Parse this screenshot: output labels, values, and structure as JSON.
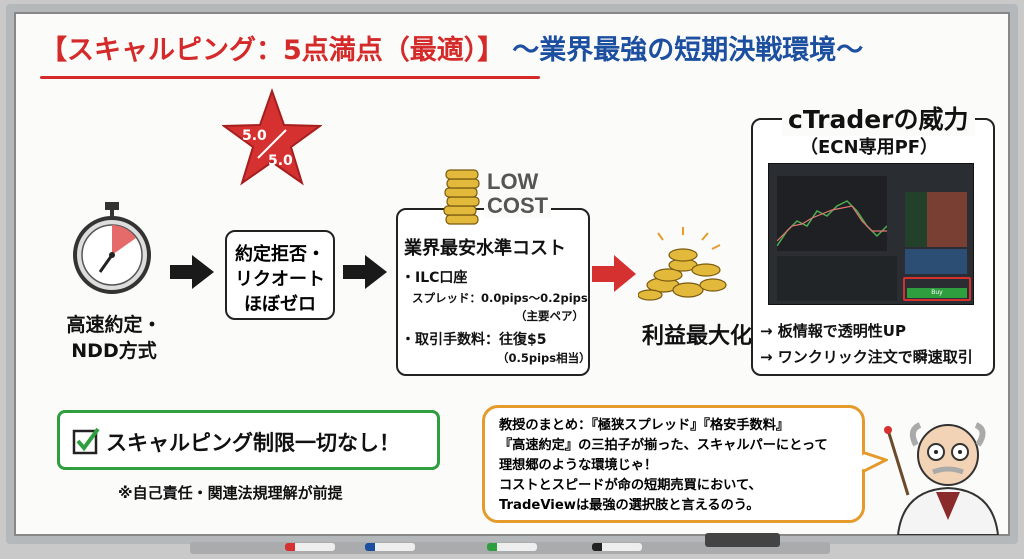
{
  "title": {
    "main": "【スキャルピング：5点満点（最適）】",
    "sub": "〜業界最強の短期決戦環境〜"
  },
  "rating": {
    "score": "5.0",
    "max": "5.0"
  },
  "step1": {
    "label_line1": "高速約定・",
    "label_line2": "NDD方式"
  },
  "step2": {
    "line1": "約定拒否・",
    "line2": "リクオート",
    "line3": "ほぼゼロ"
  },
  "cost": {
    "badge_line1": "LOW",
    "badge_line2": "COST",
    "heading": "業界最安水準コスト",
    "item1": "・ILC口座",
    "item1_detail": "スプレッド：0.0pips〜0.2pips",
    "item1_note": "（主要ペア）",
    "item2": "・取引手数料：往復$5",
    "item2_note": "（0.5pips相当）"
  },
  "profit": {
    "label": "利益最大化！"
  },
  "ctrader": {
    "title": "cTraderの威力",
    "subtitle": "（ECN専用PF）",
    "point1": "→ 板情報で透明性UP",
    "point2": "→ ワンクリック注文で瞬速取引",
    "buy_button": "Buy"
  },
  "no_limit": {
    "label": "スキャルピング制限一切なし！",
    "note": "※自己責任・関連法規理解が前提"
  },
  "summary": {
    "lines": [
      "教授のまとめ：『極狭スプレッド』『格安手数料』",
      "『高速約定』の三拍子が揃った、スキャルパーにとって",
      "理想郷のような環境じゃ！",
      "コストとスピードが命の短期売買において、",
      "TradeViewは最強の選択肢と言えるのう。"
    ]
  },
  "colors": {
    "red": "#d42a2a",
    "blue": "#1d4fa0",
    "green": "#2e9e3e",
    "orange": "#e59a2c",
    "gold": "#e2b93b"
  }
}
